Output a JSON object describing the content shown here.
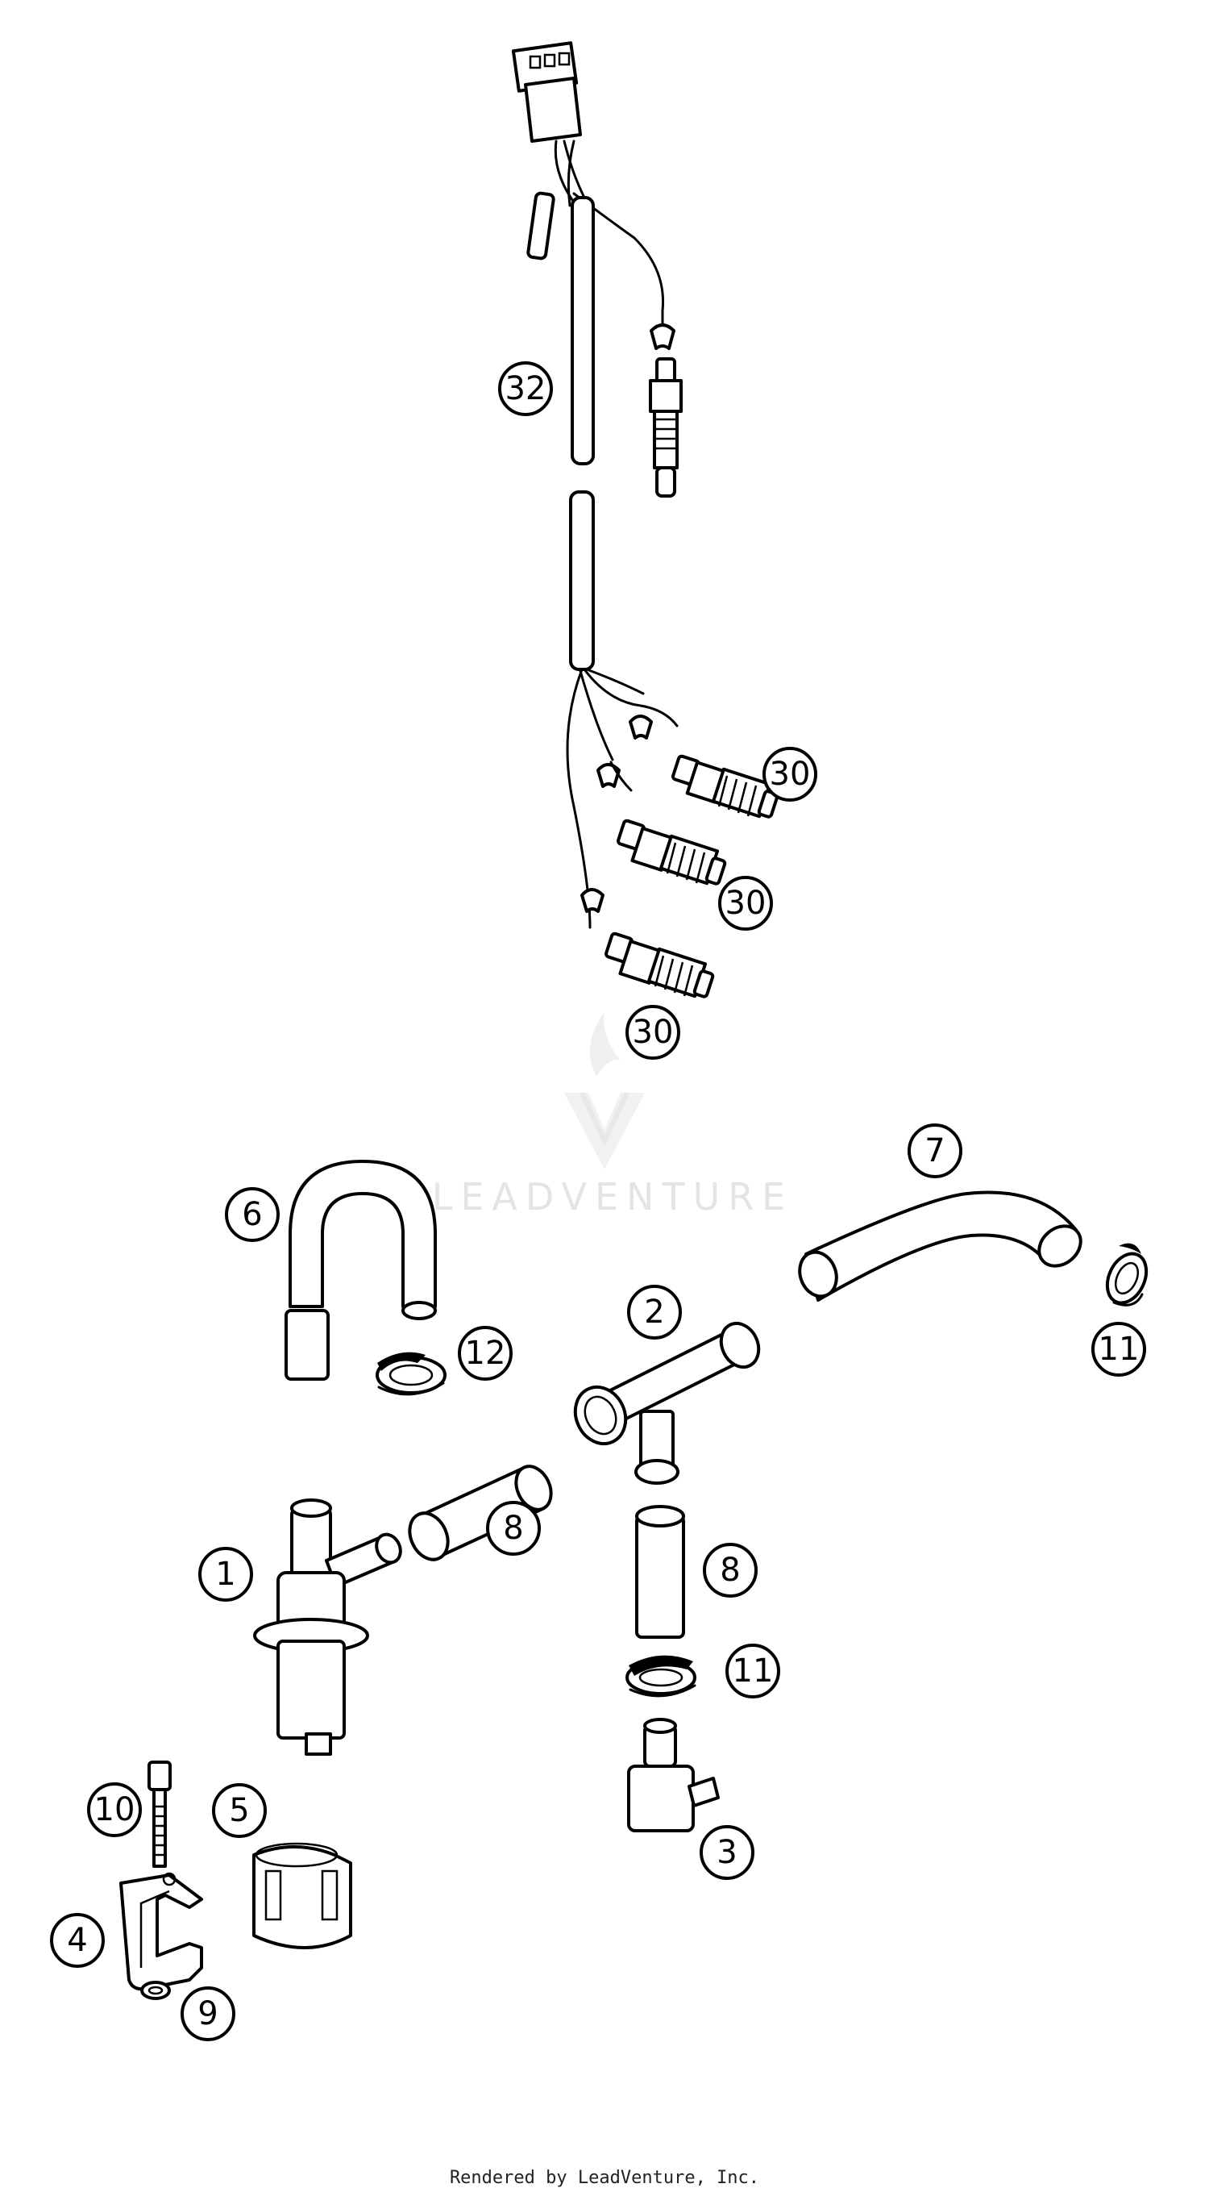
{
  "watermark": {
    "text": "LEADVENTURE"
  },
  "footer": {
    "text": "Rendered by LeadVenture, Inc."
  },
  "callouts": {
    "c32": "32",
    "c30a": "30",
    "c30b": "30",
    "c30c": "30",
    "c7": "7",
    "c6": "6",
    "c2": "2",
    "c11a": "11",
    "c12": "12",
    "c8a": "8",
    "c1": "1",
    "c8b": "8",
    "c11b": "11",
    "c10": "10",
    "c5": "5",
    "c3": "3",
    "c4": "4",
    "c9": "9"
  }
}
